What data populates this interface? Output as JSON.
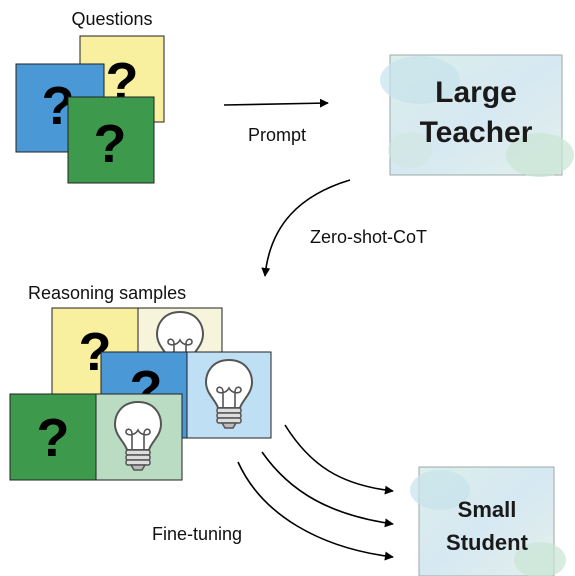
{
  "labels": {
    "questions": "Questions",
    "prompt": "Prompt",
    "zero_shot_cot": "Zero-shot-CoT",
    "reasoning_samples": "Reasoning samples",
    "fine_tuning": "Fine-tuning"
  },
  "teacher": {
    "line1": "Large",
    "line2": "Teacher"
  },
  "student": {
    "line1": "Small",
    "line2": "Student"
  },
  "question_mark": "?",
  "colors": {
    "yellow": "#f8ef9f",
    "blue": "#4a98d6",
    "green": "#3d9a4c",
    "light_yellow": "#f6f4da",
    "light_blue": "#bfe0f4",
    "light_green": "#b9dcc2",
    "box_bg": "#d9ebf1"
  },
  "icons": [
    "question-card-icon",
    "lightbulb-icon",
    "arrow-icon"
  ]
}
